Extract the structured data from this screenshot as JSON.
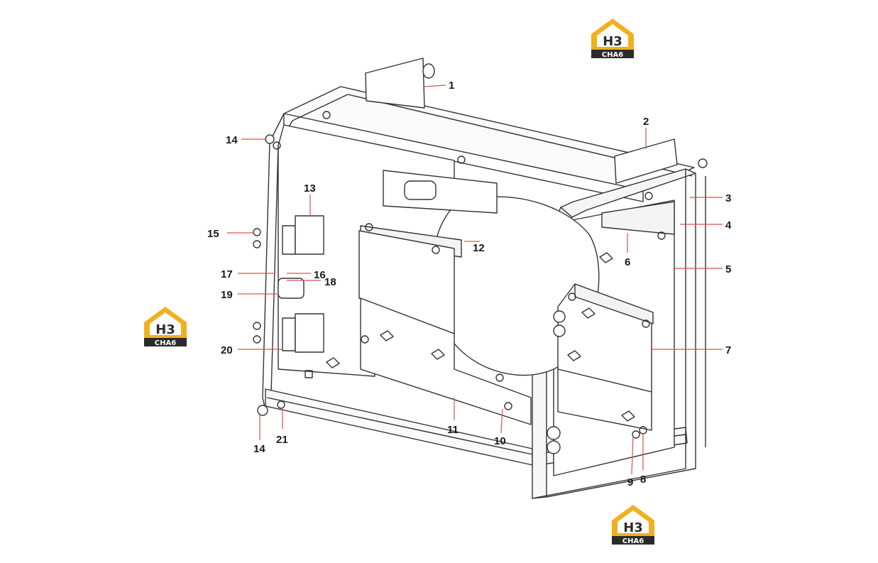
{
  "callouts": [
    {
      "id": "c1",
      "label": "1"
    },
    {
      "id": "c2",
      "label": "2"
    },
    {
      "id": "c3",
      "label": "3"
    },
    {
      "id": "c4",
      "label": "4"
    },
    {
      "id": "c5",
      "label": "5"
    },
    {
      "id": "c6",
      "label": "6"
    },
    {
      "id": "c7",
      "label": "7"
    },
    {
      "id": "c8",
      "label": "8"
    },
    {
      "id": "c9",
      "label": "9"
    },
    {
      "id": "c10",
      "label": "10"
    },
    {
      "id": "c11",
      "label": "11"
    },
    {
      "id": "c12",
      "label": "12"
    },
    {
      "id": "c13",
      "label": "13"
    },
    {
      "id": "c14a",
      "label": "14"
    },
    {
      "id": "c14b",
      "label": "14"
    },
    {
      "id": "c15",
      "label": "15"
    },
    {
      "id": "c16",
      "label": "16"
    },
    {
      "id": "c17",
      "label": "17"
    },
    {
      "id": "c18",
      "label": "18"
    },
    {
      "id": "c19",
      "label": "19"
    },
    {
      "id": "c20",
      "label": "20"
    },
    {
      "id": "c21",
      "label": "21"
    }
  ],
  "logo": {
    "top": "H3",
    "bottom": "CHA6"
  },
  "colors": {
    "leader": "#d9534f",
    "outline": "#333333",
    "logo_yellow": "#f2b01e",
    "logo_dark": "#2b2b2b"
  }
}
